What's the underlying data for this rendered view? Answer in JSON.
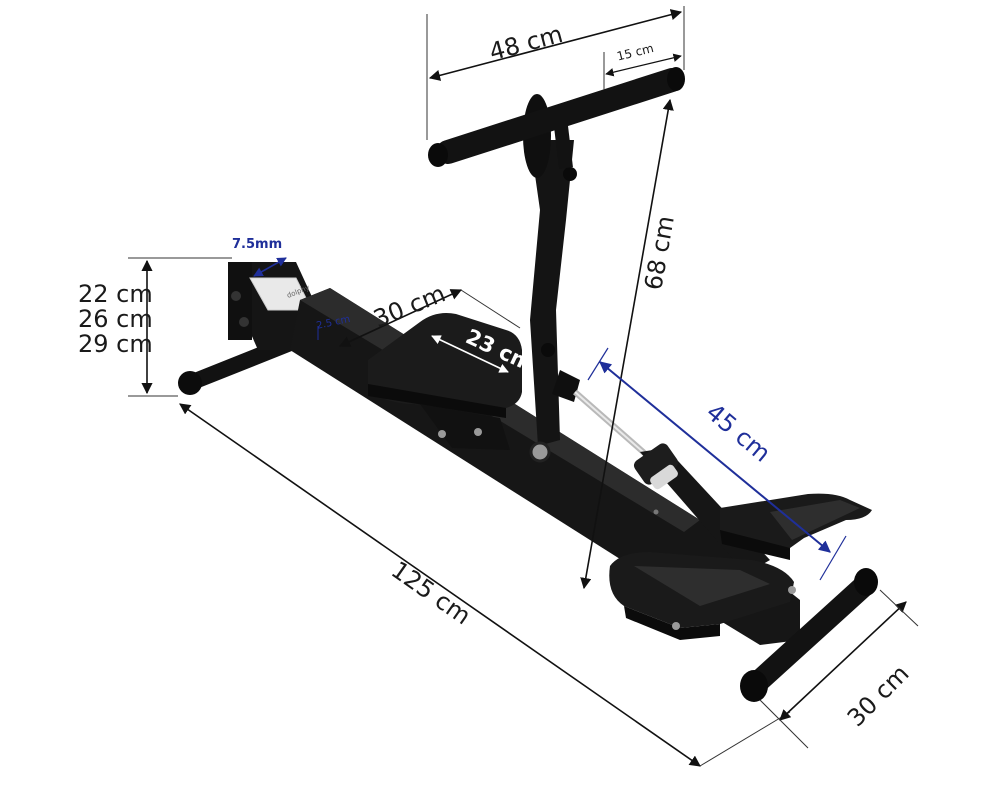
{
  "dimensions": {
    "handle_width": "48 cm",
    "grip_length": "15 cm",
    "frame_height": "68 cm",
    "pin_size": "7.5mm",
    "leg_gap": "2.5 cm",
    "seat_length": "30 cm",
    "seat_width": "23 cm",
    "stroke_length": "45 cm",
    "total_length": "125 cm",
    "base_width": "30 cm",
    "height_levels": [
      "22 cm",
      "26 cm",
      "29 cm"
    ]
  },
  "logo_text": "dolphy",
  "colors": {
    "frame": "#121212",
    "accent_blue": "#1f2f9a",
    "dimension_line": "#111111",
    "background": "#ffffff"
  }
}
